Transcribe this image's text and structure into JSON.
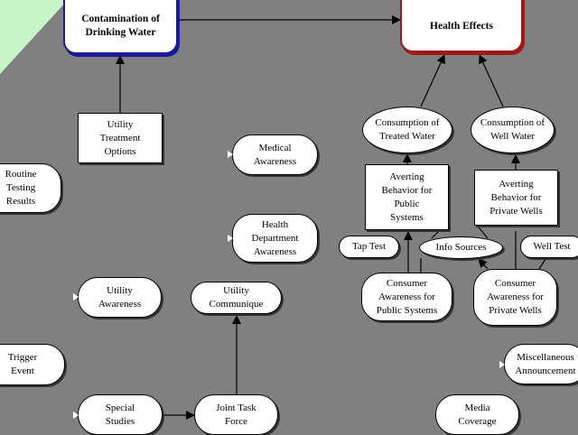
{
  "nodes": {
    "contamination": "Contamination of\nDrinking Water",
    "health_effects": "Health Effects",
    "utility_treatment": "Utility\nTreatment\nOptions",
    "medical_awareness": "Medical\nAwareness",
    "routine_testing": "Routine\nTesting\nResults",
    "health_dept": "Health\nDepartment\nAwareness",
    "utility_awareness": "Utility\nAwareness",
    "utility_communique": "Utility\nCommunique",
    "trigger_event": "Trigger\nEvent",
    "special_studies": "Special\nStudies",
    "joint_task_force": "Joint Task\nForce",
    "consumption_treated": "Consumption of\nTreated Water",
    "consumption_well": "Consumption of\nWell Water",
    "averting_public": "Averting\nBehavior for\nPublic\nSystems",
    "averting_private": "Averting\nBehavior for\nPrivate Wells",
    "tap_test": "Tap Test",
    "info_sources": "Info Sources",
    "well_test": "Well Test",
    "consumer_public": "Consumer\nAwareness for\nPublic Systems",
    "consumer_private": "Consumer\nAwareness for\nPrivate Wells",
    "misc_announcement": "Miscellaneous\nAnnouncement",
    "media_coverage": "Media\nCoverage"
  },
  "colors": {
    "background": "#808080",
    "corner_fill": "#c8f5c8",
    "contamination_border": "#1a1a9a",
    "health_border": "#a01818"
  }
}
